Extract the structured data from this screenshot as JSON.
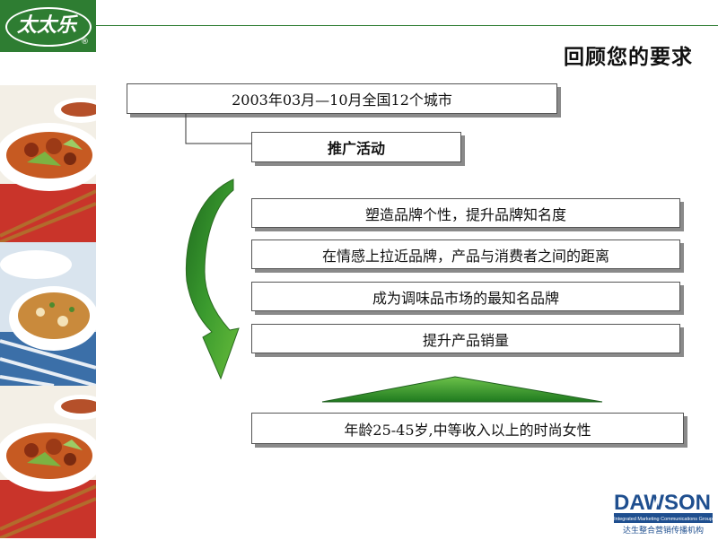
{
  "brand": {
    "logo_text": "太太乐",
    "reg_mark": "®"
  },
  "title": "回顾您的要求",
  "period": "2003年03月—10月全国12个城市",
  "campaign": "推广活动",
  "goals": [
    "塑造品牌个性，提升品牌知名度",
    "在情感上拉近品牌，产品与消费者之间的距离",
    "成为调味品市场的最知名品牌",
    "提升产品销量"
  ],
  "target": "年龄25-45岁,中等收入以上的时尚女性",
  "agency": {
    "name": "DAWSON",
    "tagline": "Integrated Marketing Communications Group",
    "cn_name": "达生整合营销传播机构"
  },
  "colors": {
    "brand_green": "#2e7d32",
    "arrow_green": "#2f8a2f",
    "shadow": "#8a8a8a"
  }
}
